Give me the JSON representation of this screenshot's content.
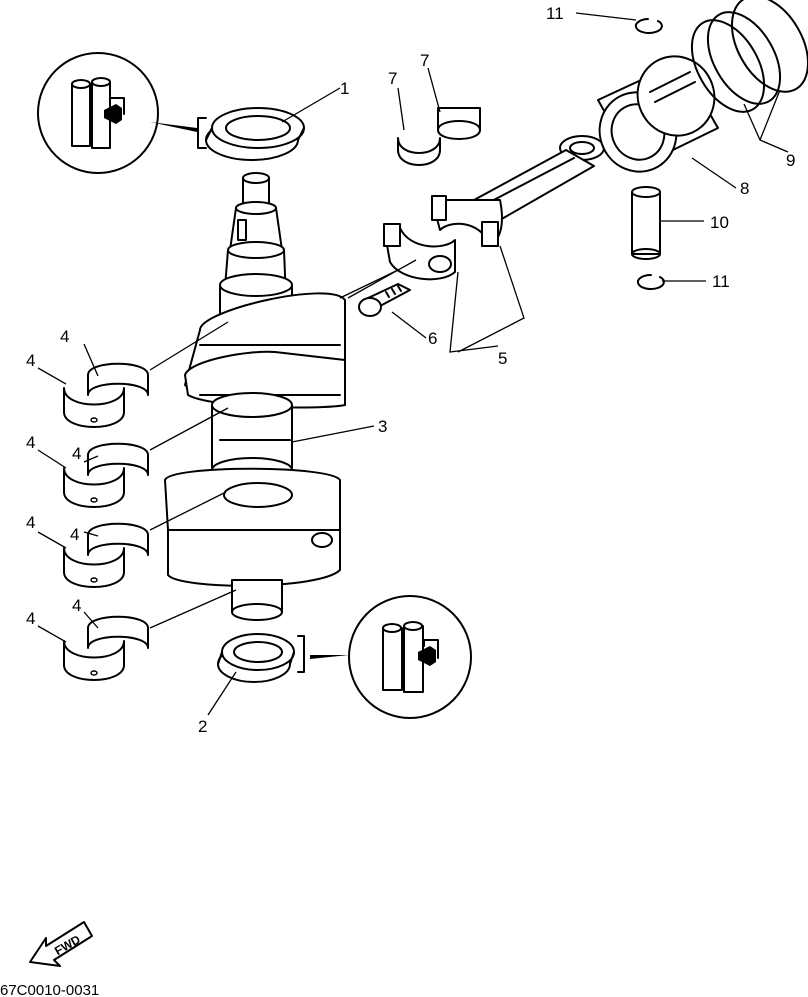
{
  "callouts": {
    "c1": "1",
    "c2": "2",
    "c3": "3",
    "c4": "4",
    "c5": "5",
    "c6": "6",
    "c7": "7",
    "c8": "8",
    "c9": "9",
    "c10": "10",
    "c11": "11"
  },
  "fwd_label": "FWD",
  "diagram_code": "67C0010-0031"
}
